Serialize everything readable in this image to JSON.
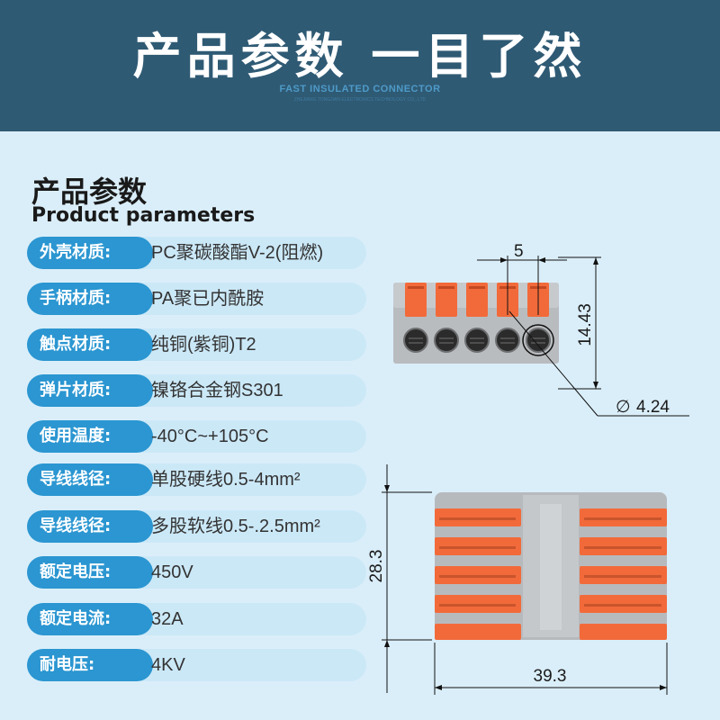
{
  "banner": {
    "title": "产品参数 一目了然",
    "subtitle": "FAST INSULATED CONNECTOR",
    "company": "ZHEJIANG TONGJIAN  ELECTRONICS TECHNOLOGY CO., LTD"
  },
  "section": {
    "title_cn": "产品参数",
    "title_en": "Product parameters"
  },
  "params": [
    {
      "label": "外壳材质:",
      "value": "PC聚碳酸酯V-2(阻燃)"
    },
    {
      "label": "手柄材质:",
      "value": "PA聚已内酰胺"
    },
    {
      "label": "触点材质:",
      "value": "纯铜(紫铜)T2"
    },
    {
      "label": "弹片材质:",
      "value": "镍铬合金钢S301"
    },
    {
      "label": "使用温度:",
      "value": "-40°C~+105°C"
    },
    {
      "label": "导线线径:",
      "value": "单股硬线0.5-4mm²"
    },
    {
      "label": "导线线径:",
      "value": "多股软线0.5-.2.5mm²"
    },
    {
      "label": "额定电压:",
      "value": "450V"
    },
    {
      "label": "额定电流:",
      "value": "32A"
    },
    {
      "label": "耐电压:",
      "value": "4KV"
    }
  ],
  "dimensions": {
    "pitch": "5",
    "height": "14.43",
    "hole_diameter": "4.24",
    "diameter_symbol": "∅",
    "depth": "28.3",
    "width": "39.3"
  },
  "colors": {
    "banner": "#2f5a74",
    "background": "#daeef9",
    "label_pill": "#2b96d1",
    "value_pill": "#cbe8f7",
    "lever_orange": "#f26a3a",
    "housing_gray": "#b9bcbf"
  }
}
